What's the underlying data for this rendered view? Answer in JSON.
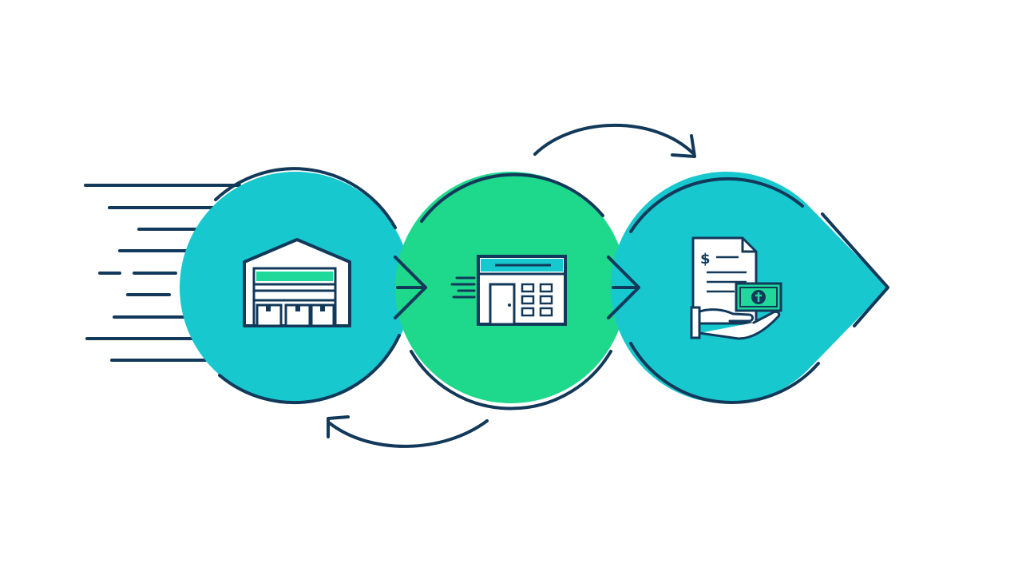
{
  "diagram": {
    "type": "process-flow",
    "direction": "left-to-right",
    "colors": {
      "background": "#ffffff",
      "outline": "#12395a",
      "circle_teal": "#17c8cf",
      "circle_green": "#1ed88c",
      "accent_panel": "#1fd99a"
    },
    "stages": [
      {
        "id": "warehouse",
        "icon": "warehouse-icon",
        "fill": "#17c8cf"
      },
      {
        "id": "storefront",
        "icon": "storefront-icon",
        "fill": "#1ed88c"
      },
      {
        "id": "payment",
        "icon": "invoice-payment-icon",
        "fill": "#17c8cf"
      }
    ],
    "connectors": [
      {
        "from": "warehouse",
        "to": "storefront",
        "kind": "chevron-arrow"
      },
      {
        "from": "storefront",
        "to": "payment",
        "kind": "chevron-arrow"
      },
      {
        "from": "storefront",
        "to": "payment",
        "kind": "curved-arrow-top"
      },
      {
        "from": "storefront",
        "to": "warehouse",
        "kind": "curved-arrow-bottom"
      }
    ],
    "decorations": [
      "speed-lines-left",
      "speed-lines-storefront"
    ]
  }
}
